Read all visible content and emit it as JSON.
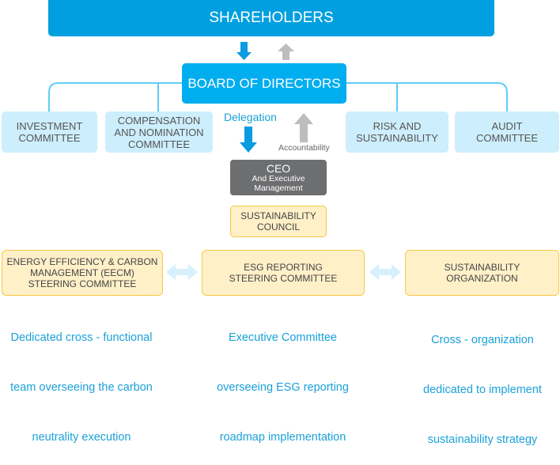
{
  "diagram": {
    "shareholders": "SHAREHOLDERS",
    "board": "BOARD OF DIRECTORS",
    "committees": [
      {
        "lines": [
          "INVESTMENT",
          "COMMITTEE"
        ]
      },
      {
        "lines": [
          "COMPENSATION",
          "AND NOMINATION",
          "COMMITTEE"
        ]
      },
      {
        "lines": [
          "RISK AND",
          "SUSTAINABILITY"
        ]
      },
      {
        "lines": [
          "AUDIT",
          "COMMITTEE"
        ]
      }
    ],
    "delegation_label": "Delegation",
    "accountability_label": "Accountability",
    "ceo": {
      "title": "CEO",
      "subtitle_line1": "And Executive",
      "subtitle_line2": "Management"
    },
    "council": {
      "lines": [
        "SUSTAINABILITY",
        "COUNCIL"
      ]
    },
    "bottom_boxes": [
      {
        "lines": [
          "ENERGY EFFICIENCY & CARBON",
          "MANAGEMENT (EECM)",
          "STEERING COMMITTEE"
        ],
        "description": [
          "Dedicated cross - functional",
          "team overseeing the carbon",
          "neutrality execution"
        ]
      },
      {
        "lines": [
          "ESG REPORTING",
          "STEERING COMMITTEE"
        ],
        "description": [
          "Executive Committee",
          "overseeing ESG reporting",
          "roadmap implementation"
        ]
      },
      {
        "lines": [
          "SUSTAINABILITY",
          "ORGANIZATION"
        ],
        "description": [
          "Cross - organization",
          "dedicated to implement",
          "sustainability strategy"
        ]
      }
    ],
    "icons": {
      "delegation_arrow": "arrow-down-icon",
      "accountability_arrow": "arrow-up-icon",
      "bidirectional_arrow": "double-arrow-icon"
    },
    "colors": {
      "shareholders": "#009fdf",
      "board": "#00aeef",
      "committee_fill": "#cdeefc",
      "connector": "#5fcdf5",
      "ceo": "#6d6e70",
      "yellow_fill": "#fff0c8",
      "yellow_border": "#f7c940",
      "description_text": "#1ba1d9",
      "up_arrow": "#bdbdbd",
      "down_arrow": "#0a9be0",
      "double_arrow": "#d6f0fc"
    }
  }
}
